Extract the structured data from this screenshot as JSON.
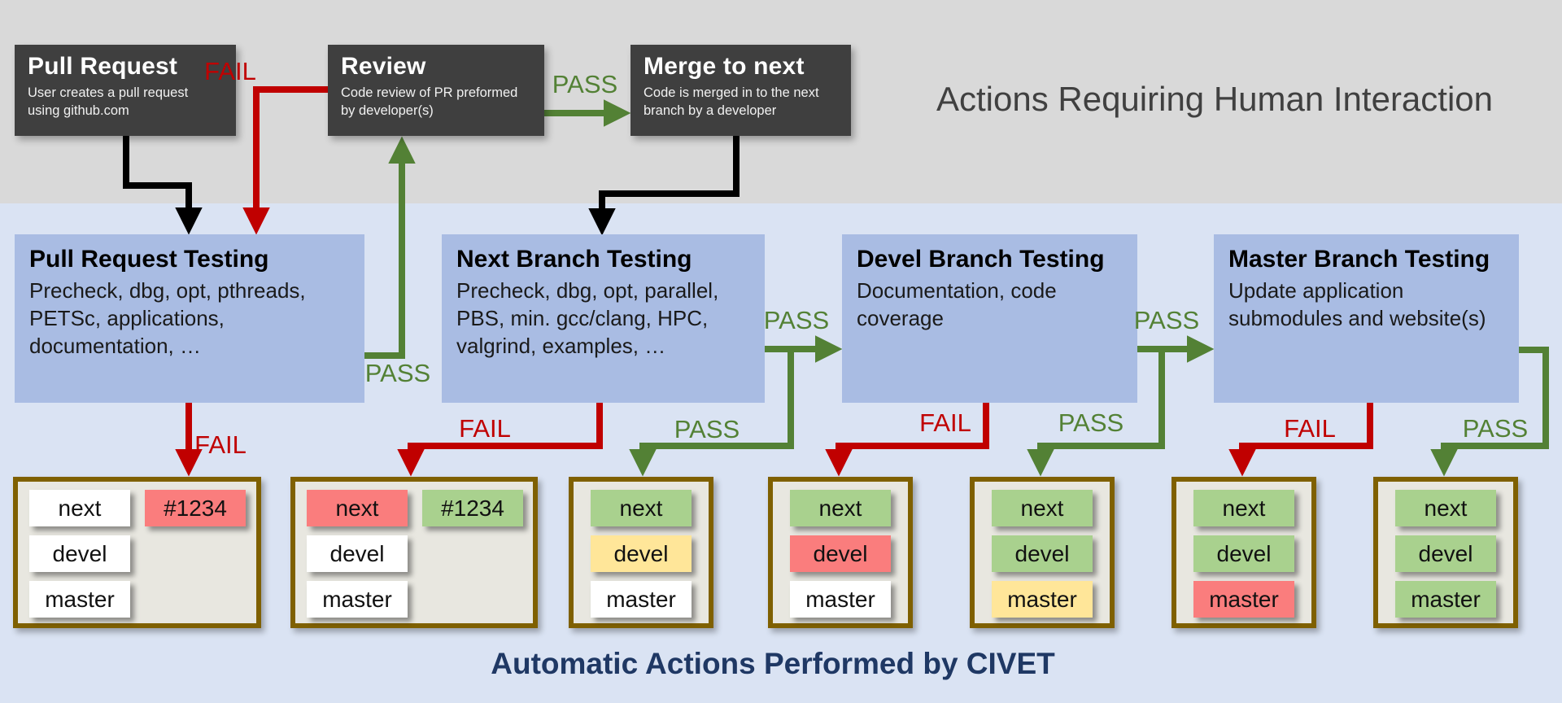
{
  "sections": {
    "human": {
      "title": "Actions Requiring Human Interaction"
    },
    "civet": {
      "title": "Automatic Actions Performed by CIVET"
    }
  },
  "labels": {
    "fail": "FAIL",
    "pass": "PASS"
  },
  "human_actions": [
    {
      "title": "Pull Request",
      "description": "User creates a pull request using github.com"
    },
    {
      "title": "Review",
      "description": "Code review of PR preformed by developer(s)"
    },
    {
      "title": "Merge to next",
      "description": "Code is merged in to the next branch by a developer"
    }
  ],
  "civet_actions": [
    {
      "title": "Pull Request Testing",
      "description": "Precheck, dbg, opt, pthreads, PETSc, applications, documentation, …"
    },
    {
      "title": "Next Branch Testing",
      "description": "Precheck, dbg, opt, parallel, PBS, min. gcc/clang, HPC, valgrind, examples, …"
    },
    {
      "title": "Devel Branch Testing",
      "description": "Documentation, code coverage"
    },
    {
      "title": "Master Branch Testing",
      "description": "Update application submodules and website(s)"
    }
  ],
  "status_boxes": [
    {
      "branches": [
        {
          "label": "next",
          "status": "white"
        },
        {
          "label": "devel",
          "status": "white"
        },
        {
          "label": "master",
          "status": "white"
        }
      ],
      "pr": {
        "label": "#1234",
        "status": "red"
      }
    },
    {
      "branches": [
        {
          "label": "next",
          "status": "red"
        },
        {
          "label": "devel",
          "status": "white"
        },
        {
          "label": "master",
          "status": "white"
        }
      ],
      "pr": {
        "label": "#1234",
        "status": "green"
      }
    },
    {
      "branches": [
        {
          "label": "next",
          "status": "green"
        },
        {
          "label": "devel",
          "status": "yellow"
        },
        {
          "label": "master",
          "status": "white"
        }
      ]
    },
    {
      "branches": [
        {
          "label": "next",
          "status": "green"
        },
        {
          "label": "devel",
          "status": "red"
        },
        {
          "label": "master",
          "status": "white"
        }
      ]
    },
    {
      "branches": [
        {
          "label": "next",
          "status": "green"
        },
        {
          "label": "devel",
          "status": "green"
        },
        {
          "label": "master",
          "status": "yellow"
        }
      ]
    },
    {
      "branches": [
        {
          "label": "next",
          "status": "green"
        },
        {
          "label": "devel",
          "status": "green"
        },
        {
          "label": "master",
          "status": "red"
        }
      ]
    },
    {
      "branches": [
        {
          "label": "next",
          "status": "green"
        },
        {
          "label": "devel",
          "status": "green"
        },
        {
          "label": "master",
          "status": "green"
        }
      ]
    }
  ],
  "colors": {
    "human_band_bg": "#d9d9d9",
    "civet_band_bg": "#dae3f3",
    "human_box_bg": "#3f3f3f",
    "civet_box_bg": "#a9bce3",
    "pass_green": "#538135",
    "fail_red": "#c00000",
    "black_arrow": "#000000",
    "status_box_border": "#7f6000",
    "status_box_bg": "#e8e7e0",
    "chip_green": "#a9d18e",
    "chip_red": "#fa7d7d",
    "chip_yellow": "#ffe699",
    "chip_white": "#ffffff",
    "human_title_text": "#404040",
    "civet_title_text": "#1f3864"
  }
}
